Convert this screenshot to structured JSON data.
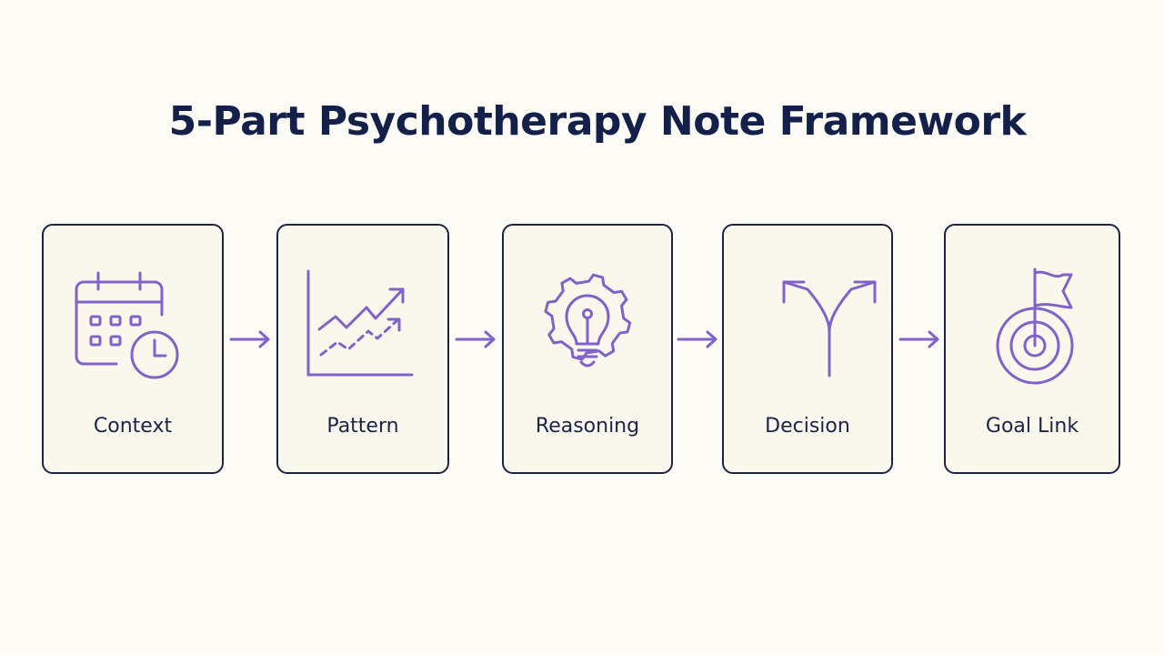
{
  "title": "5-Part Psychotherapy Note Framework",
  "colors": {
    "background": "#fcfbf5",
    "title": "#13204a",
    "card_border": "#1b2347",
    "card_fill": "#faf8ed",
    "icon_stroke": "#8062c9",
    "arrow": "#8062c9"
  },
  "steps": [
    {
      "label": "Context",
      "icon": "calendar-clock-icon"
    },
    {
      "label": "Pattern",
      "icon": "trend-chart-icon"
    },
    {
      "label": "Reasoning",
      "icon": "lightbulb-gear-icon"
    },
    {
      "label": "Decision",
      "icon": "fork-arrows-icon"
    },
    {
      "label": "Goal Link",
      "icon": "target-flag-icon"
    }
  ]
}
